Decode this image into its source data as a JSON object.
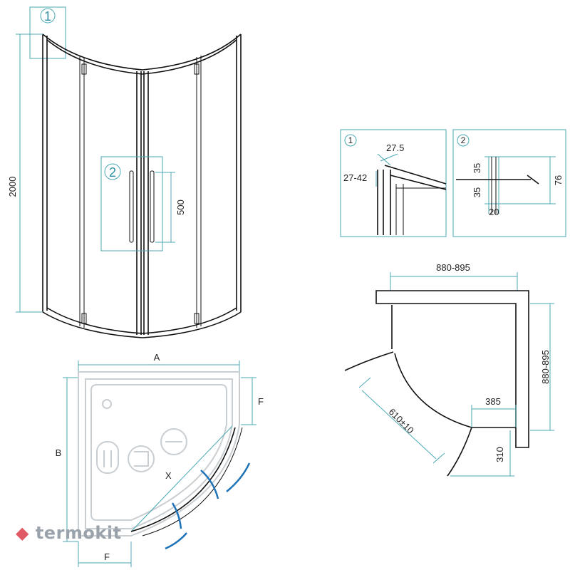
{
  "front_view": {
    "callout_1": "1",
    "callout_2": "2",
    "height_label": "2000",
    "handle_label": "500"
  },
  "detail_1": {
    "number": "1",
    "dim_a": "27.5",
    "dim_b": "27-42"
  },
  "detail_2": {
    "number": "2",
    "dim_a": "35",
    "dim_b": "35",
    "dim_c": "76",
    "dim_d": "20"
  },
  "plan_view": {
    "width_label": "880-895",
    "depth_label": "880-895",
    "door_label": "610±10",
    "opening_label": "385",
    "swing_label": "310"
  },
  "tray_view": {
    "label_a": "A",
    "label_b": "B",
    "label_f_top": "F",
    "label_f_bottom": "F",
    "label_x": "X"
  },
  "watermark": {
    "text": "termokit"
  }
}
